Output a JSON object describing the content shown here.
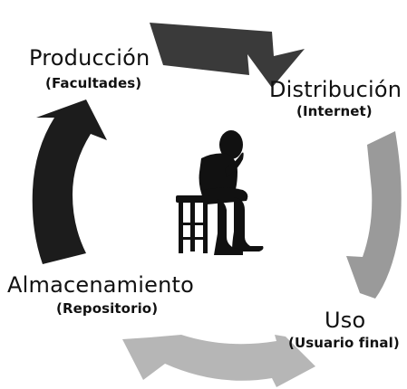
{
  "diagram": {
    "stages": [
      {
        "title": "Producción",
        "subtitle": "(Facultades)"
      },
      {
        "title": "Distribución",
        "subtitle": "(Internet)"
      },
      {
        "title": "Uso",
        "subtitle": "(Usuario final)"
      },
      {
        "title": "Almacenamiento",
        "subtitle": "(Repositorio)"
      }
    ],
    "colors": {
      "arrow_dark": "#3a3a3a",
      "arrow_darkest": "#1c1c1c",
      "arrow_mid": "#9a9a9a",
      "arrow_light": "#b6b6b6",
      "figure": "#111111"
    },
    "center_icon": "seated-thinking-person-icon"
  }
}
